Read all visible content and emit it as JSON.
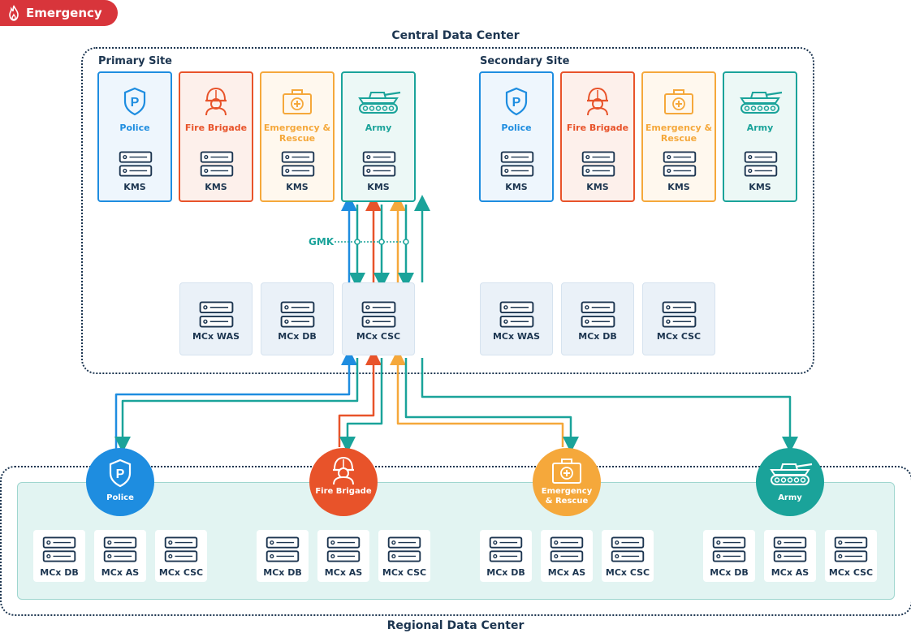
{
  "tag": {
    "label": "Emergency",
    "icon": "flame-icon",
    "color": "#d8353b"
  },
  "central": {
    "title": "Central Data Center"
  },
  "primary": {
    "title": "Primary Site",
    "orgs": [
      {
        "name": "Police",
        "server": "KMS",
        "icon": "police-shield-icon",
        "color": "#1e8de0"
      },
      {
        "name": "Fire Brigade",
        "server": "KMS",
        "icon": "firefighter-icon",
        "color": "#e8532a"
      },
      {
        "name": "Emergency & Rescue",
        "server": "KMS",
        "icon": "first-aid-kit-icon",
        "color": "#f5a83b"
      },
      {
        "name": "Army",
        "server": "KMS",
        "icon": "tank-icon",
        "color": "#1aa39a"
      }
    ],
    "servers": [
      "MCx WAS",
      "MCx DB",
      "MCx CSC"
    ]
  },
  "secondary": {
    "title": "Secondary Site",
    "orgs": [
      {
        "name": "Police",
        "server": "KMS",
        "icon": "police-shield-icon",
        "color": "#1e8de0"
      },
      {
        "name": "Fire Brigade",
        "server": "KMS",
        "icon": "firefighter-icon",
        "color": "#e8532a"
      },
      {
        "name": "Emergency & Rescue",
        "server": "KMS",
        "icon": "first-aid-kit-icon",
        "color": "#f5a83b"
      },
      {
        "name": "Army",
        "server": "KMS",
        "icon": "tank-icon",
        "color": "#1aa39a"
      }
    ],
    "servers": [
      "MCx WAS",
      "MCx DB",
      "MCx CSC"
    ]
  },
  "gmk": {
    "label": "GMK"
  },
  "regional": {
    "title": "Regional Data Center",
    "groups": [
      {
        "name": "Police",
        "icon": "police-shield-icon",
        "color": "#1e8de0",
        "servers": [
          "MCx DB",
          "MCx AS",
          "MCx CSC"
        ]
      },
      {
        "name": "Fire Brigade",
        "icon": "firefighter-icon",
        "color": "#e8532a",
        "servers": [
          "MCx DB",
          "MCx AS",
          "MCx CSC"
        ]
      },
      {
        "name": "Emergency & Rescue",
        "icon": "first-aid-kit-icon",
        "color": "#f5a83b",
        "servers": [
          "MCx DB",
          "MCx AS",
          "MCx CSC"
        ]
      },
      {
        "name": "Army",
        "icon": "tank-icon",
        "color": "#1aa39a",
        "servers": [
          "MCx DB",
          "MCx AS",
          "MCx CSC"
        ]
      }
    ]
  }
}
